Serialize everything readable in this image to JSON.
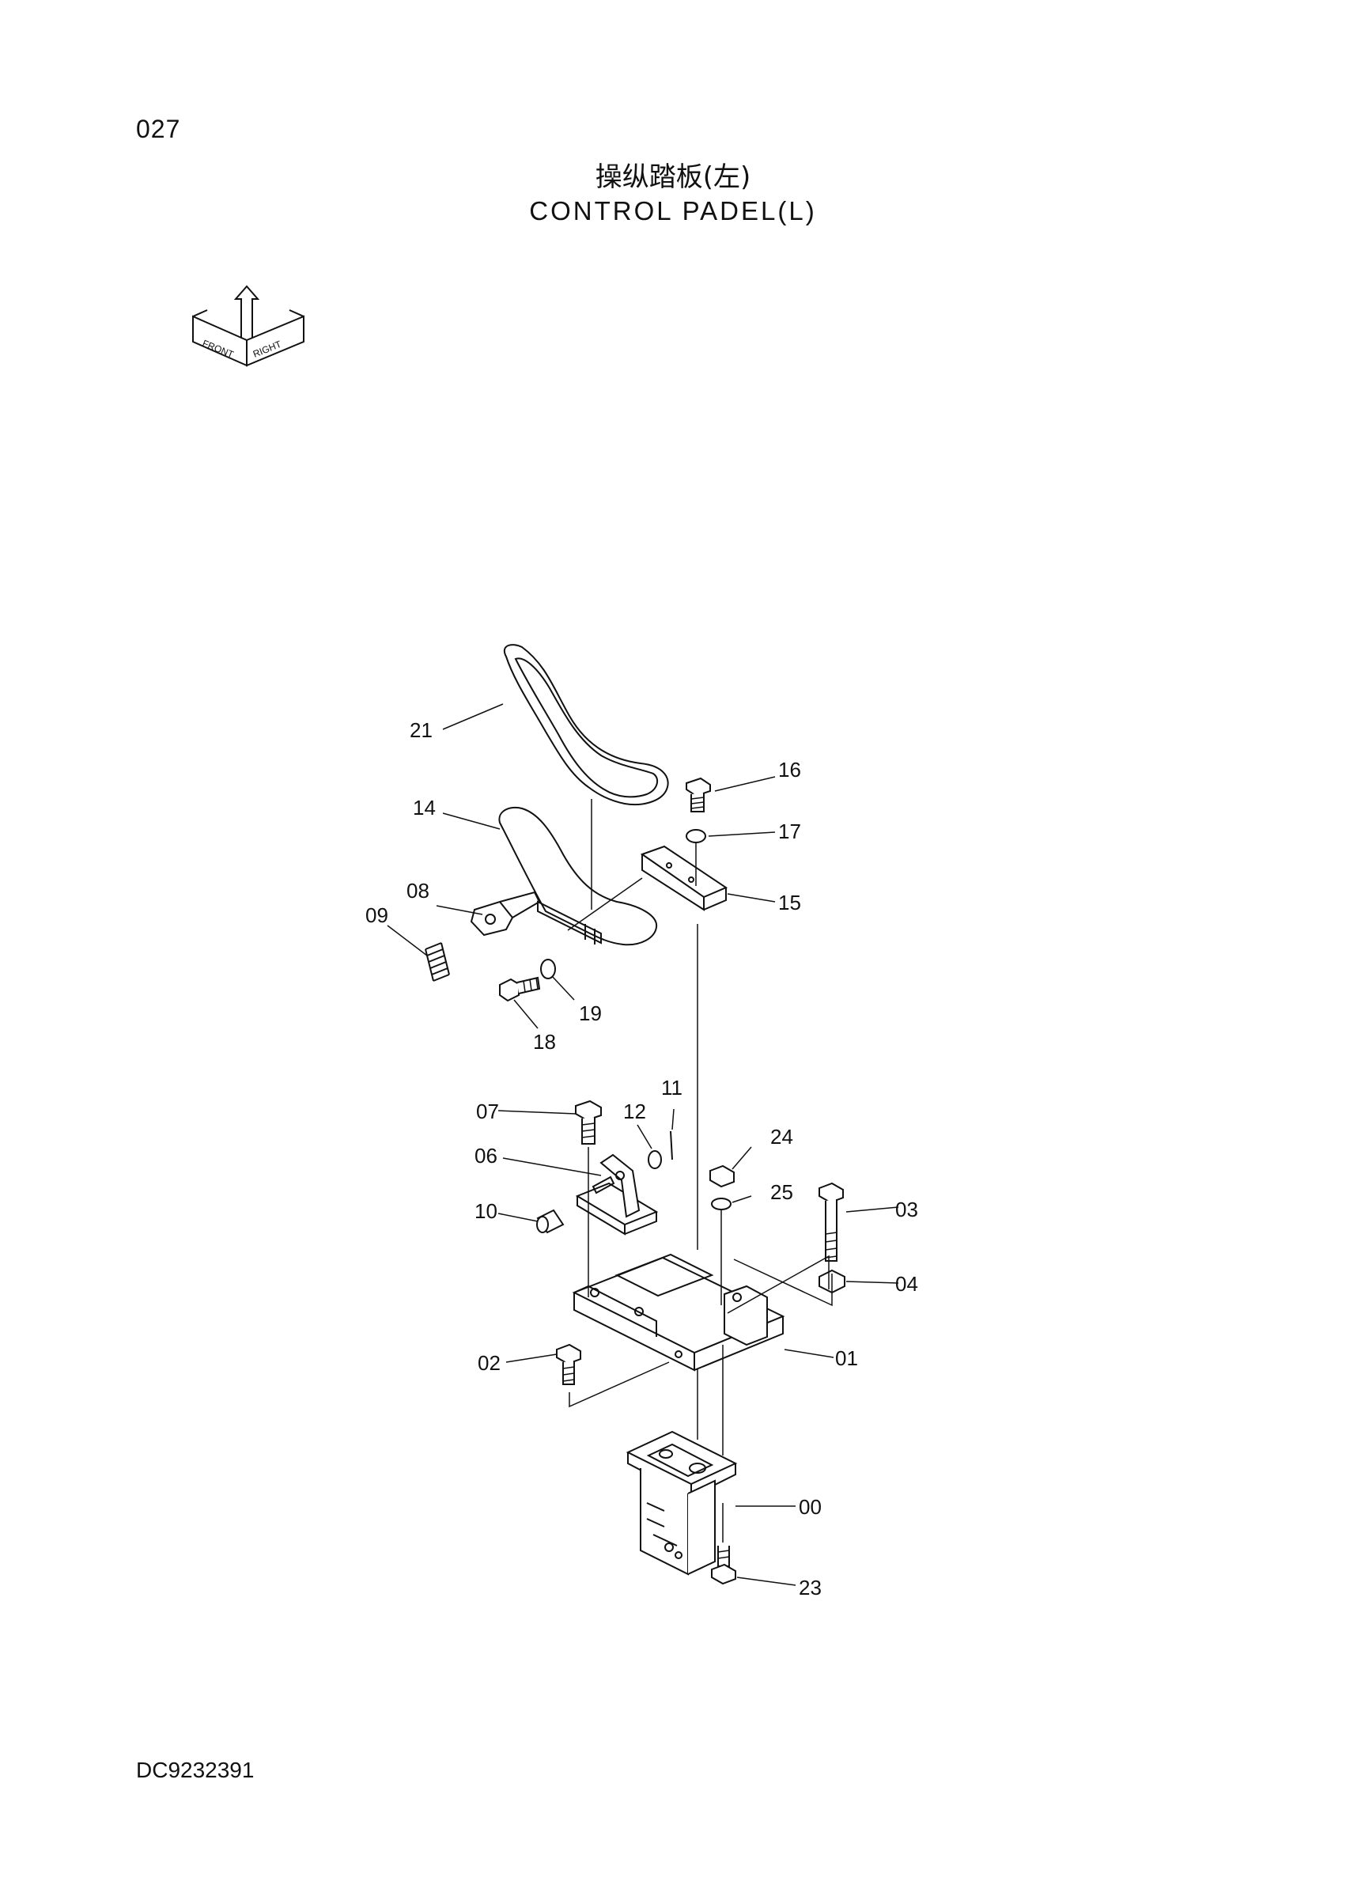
{
  "page": {
    "number": "027",
    "title_cn": "操纵踏板(左)",
    "title_en": "CONTROL PADEL(L)",
    "doc_code": "DC9232391"
  },
  "orientation_icon": {
    "icon": "front-right-orientation-icon",
    "labels": [
      "FRONT",
      "RIGHT"
    ]
  },
  "callouts": [
    "21",
    "16",
    "14",
    "17",
    "08",
    "15",
    "09",
    "19",
    "18",
    "11",
    "07",
    "12",
    "24",
    "06",
    "25",
    "03",
    "10",
    "04",
    "02",
    "01",
    "00",
    "23"
  ],
  "colors": {
    "ink": "#111111",
    "paper": "#ffffff"
  }
}
